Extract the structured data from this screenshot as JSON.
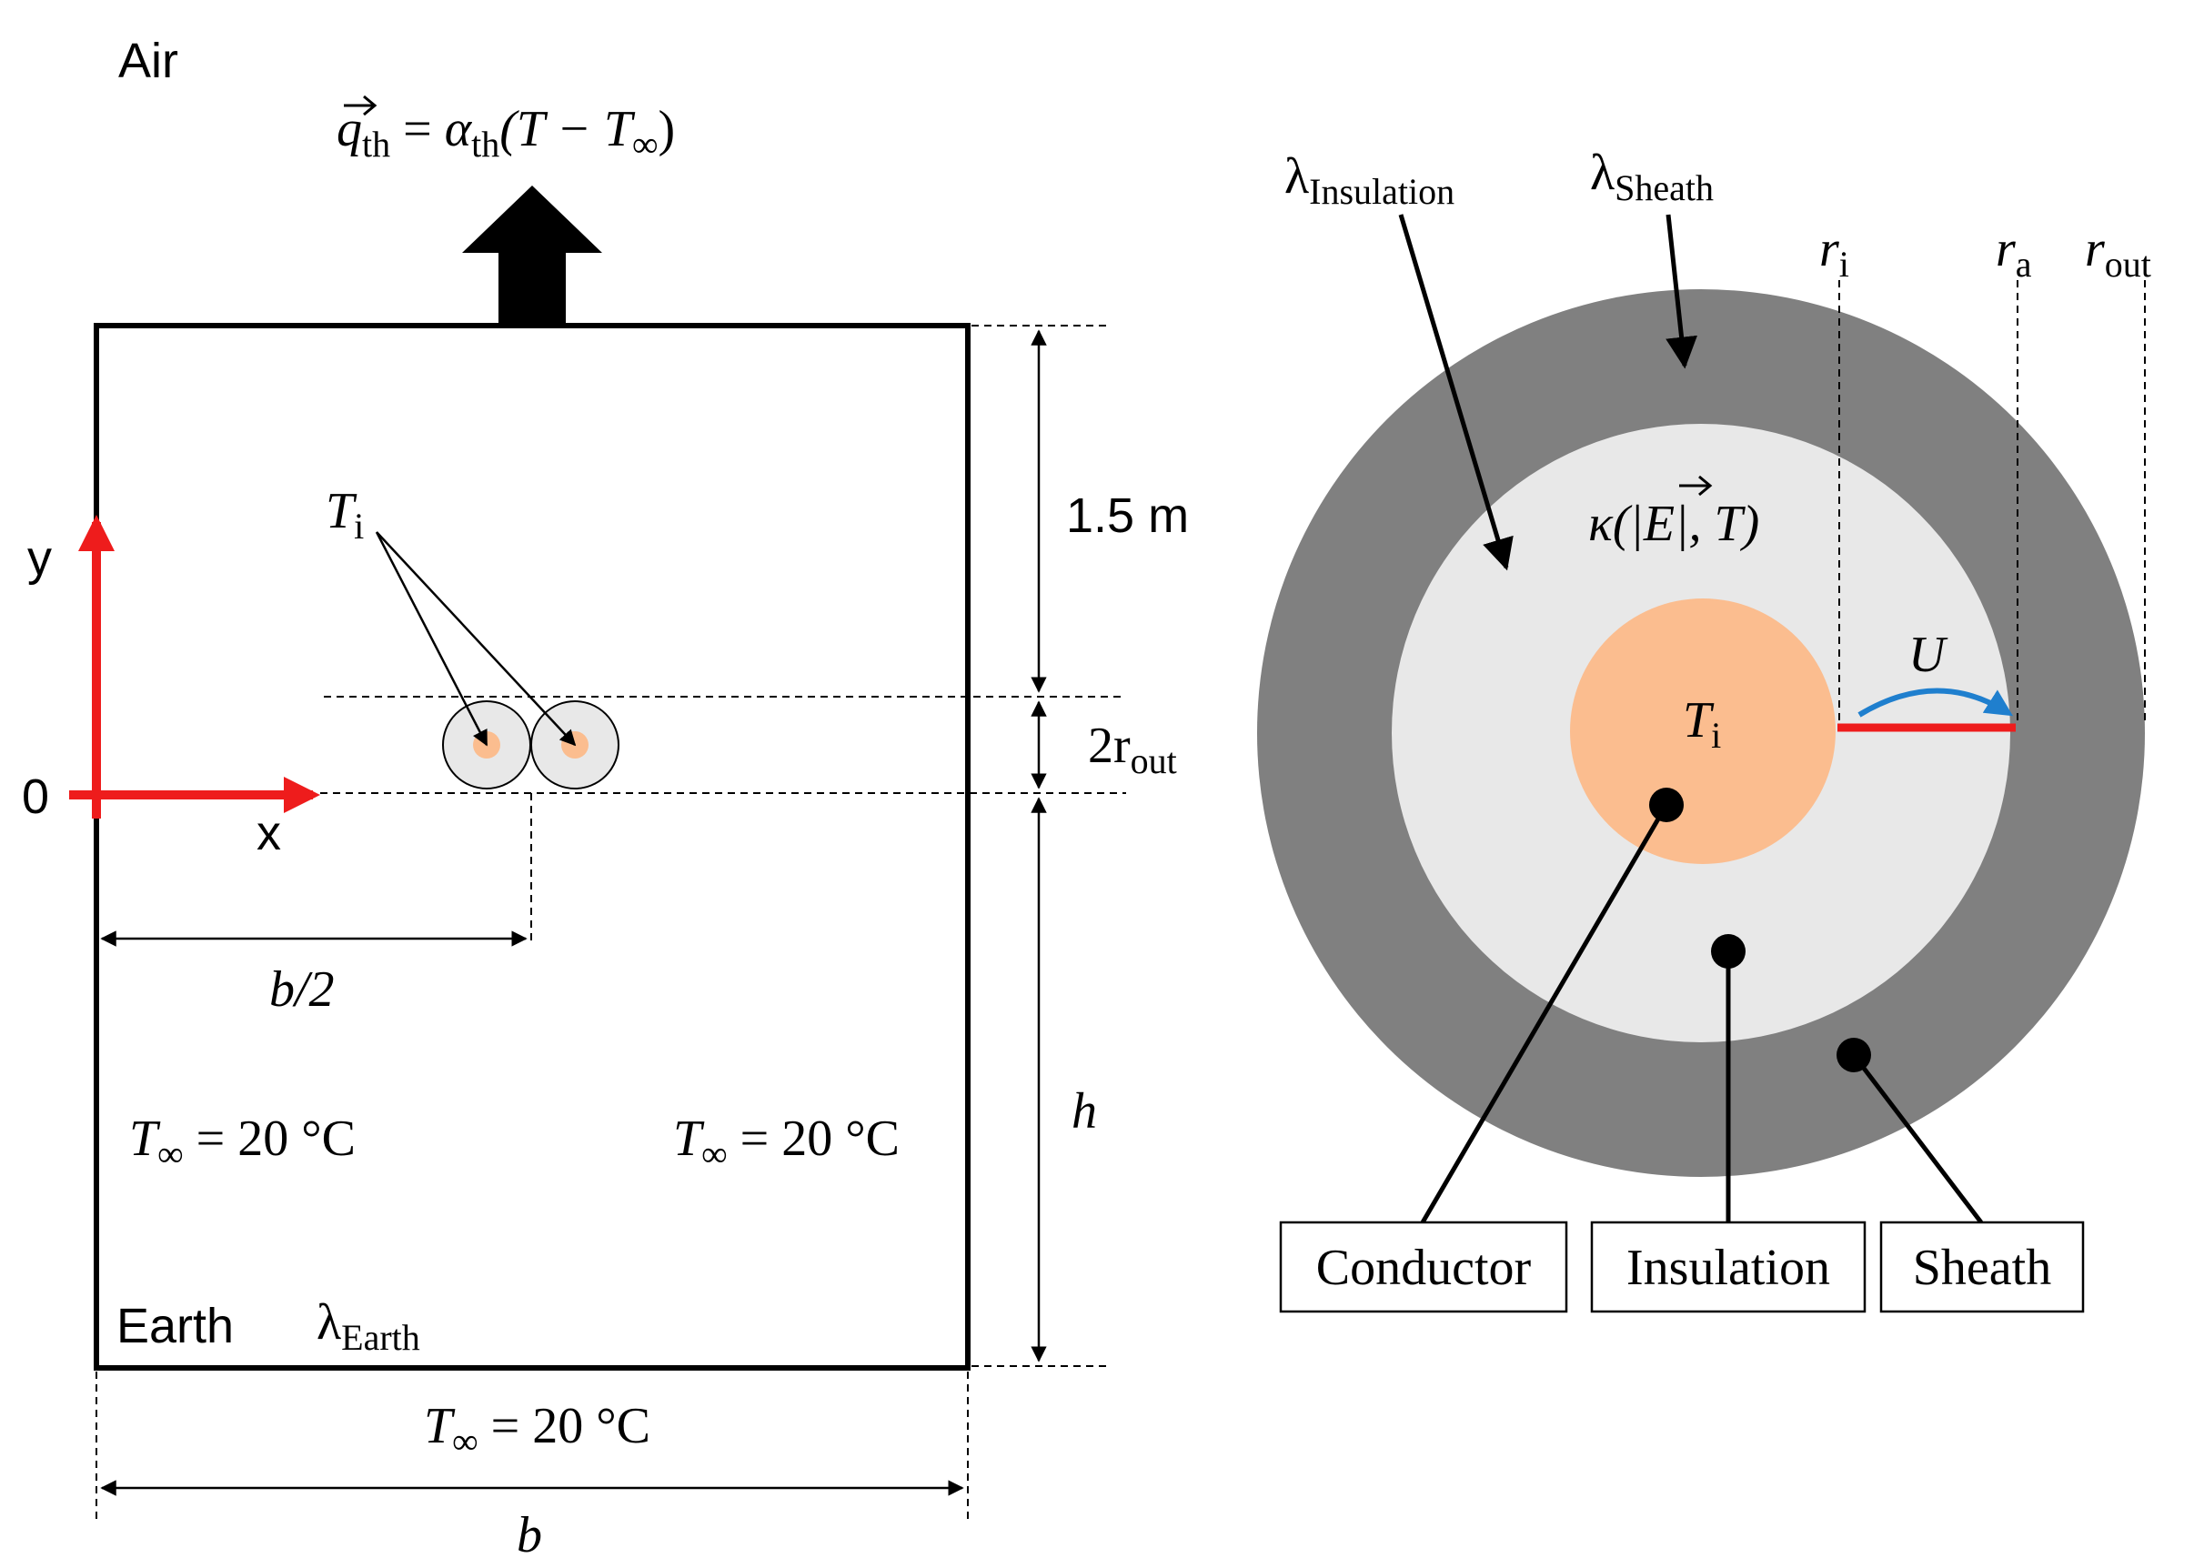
{
  "left": {
    "air_label": "Air",
    "flux": {
      "lhs": "q",
      "lhs_sub": "th",
      "eq": "=",
      "alpha": "α",
      "alpha_sub": "th",
      "rhs": "(T − T",
      "rhs_sub": "∞",
      "close": ")"
    },
    "y_axis": "y",
    "x_axis": "x",
    "origin": "0",
    "ti": {
      "sym": "T",
      "sub": "i"
    },
    "dim_depth": "1.5 m",
    "dim_diam": {
      "prefix": "2r",
      "sub": "out"
    },
    "dim_half_width": "b/2",
    "dim_h": "h",
    "dim_b": "b",
    "t_left": {
      "sym": "T",
      "sub": "∞",
      "rest": " = 20 °C"
    },
    "t_right": {
      "sym": "T",
      "sub": "∞",
      "rest": " = 20 °C"
    },
    "t_bottom": {
      "sym": "T",
      "sub": "∞",
      "rest": " = 20 °C"
    },
    "earth_label": "Earth",
    "lambda_earth": {
      "sym": "λ",
      "sub": "Earth"
    }
  },
  "right": {
    "lambda_insulation": {
      "sym": "λ",
      "sub": "Insulation"
    },
    "lambda_sheath": {
      "sym": "λ",
      "sub": "Sheath"
    },
    "r_i": {
      "sym": "r",
      "sub": "i"
    },
    "r_a": {
      "sym": "r",
      "sub": "a"
    },
    "r_out": {
      "sym": "r",
      "sub": "out"
    },
    "kappa": "κ(|E|, T)",
    "voltage": "U",
    "ti": {
      "sym": "T",
      "sub": "i"
    },
    "boxes": [
      "Conductor",
      "Insulation",
      "Sheath"
    ]
  },
  "colors": {
    "axis_red": "#ee1c1c",
    "sheath_gray": "#808080",
    "insulation_light": "#e8e8e8",
    "conductor_orange": "#fbbd8f",
    "voltage_blue": "#1f7fce"
  }
}
